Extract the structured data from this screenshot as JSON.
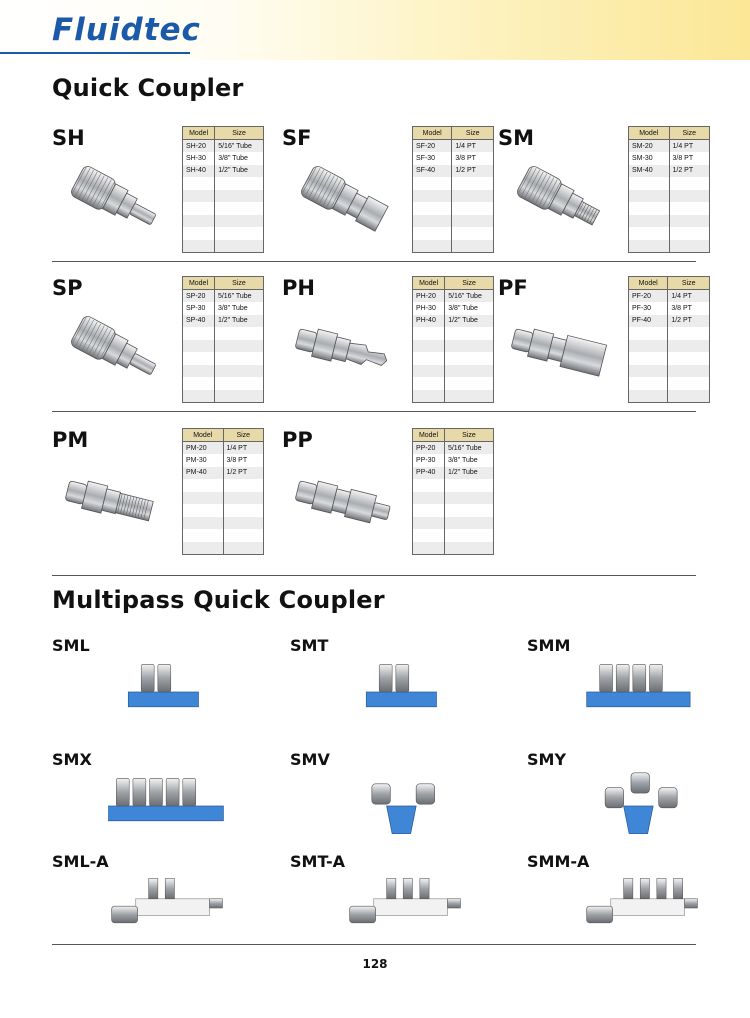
{
  "brand": {
    "logo_text": "Fluidtec"
  },
  "sections": {
    "quick_coupler_title": "Quick Coupler",
    "multipass_title": "Multipass Quick Coupler"
  },
  "table_headers": {
    "model": "Model",
    "size": "Size"
  },
  "products": [
    {
      "code": "SH",
      "rows": [
        [
          "SH-20",
          "5/16\" Tube"
        ],
        [
          "SH-30",
          "3/8\" Tube"
        ],
        [
          "SH-40",
          "1/2\" Tube"
        ]
      ]
    },
    {
      "code": "SF",
      "rows": [
        [
          "SF-20",
          "1/4 PT"
        ],
        [
          "SF-30",
          "3/8 PT"
        ],
        [
          "SF-40",
          "1/2 PT"
        ]
      ]
    },
    {
      "code": "SM",
      "rows": [
        [
          "SM-20",
          "1/4 PT"
        ],
        [
          "SM-30",
          "3/8 PT"
        ],
        [
          "SM-40",
          "1/2 PT"
        ]
      ]
    },
    {
      "code": "SP",
      "rows": [
        [
          "SP-20",
          "5/16\" Tube"
        ],
        [
          "SP-30",
          "3/8\" Tube"
        ],
        [
          "SP-40",
          "1/2\" Tube"
        ]
      ]
    },
    {
      "code": "PH",
      "rows": [
        [
          "PH-20",
          "5/16\" Tube"
        ],
        [
          "PH-30",
          "3/8\" Tube"
        ],
        [
          "PH-40",
          "1/2\" Tube"
        ]
      ]
    },
    {
      "code": "PF",
      "rows": [
        [
          "PF-20",
          "1/4 PT"
        ],
        [
          "PF-30",
          "3/8 PT"
        ],
        [
          "PF-40",
          "1/2 PT"
        ]
      ]
    },
    {
      "code": "PM",
      "rows": [
        [
          "PM-20",
          "1/4 PT"
        ],
        [
          "PM-30",
          "3/8 PT"
        ],
        [
          "PM-40",
          "1/2 PT"
        ]
      ]
    },
    {
      "code": "PP",
      "rows": [
        [
          "PP-20",
          "5/16\" Tube"
        ],
        [
          "PP-30",
          "3/8\" Tube"
        ],
        [
          "PP-40",
          "1/2\" Tube"
        ]
      ]
    }
  ],
  "multipass": [
    "SML",
    "SMT",
    "SMM",
    "SMX",
    "SMV",
    "SMY",
    "SML-A",
    "SMT-A",
    "SMM-A"
  ],
  "page_number": "128",
  "colors": {
    "brand_blue": "#1a5aa8",
    "header_tan": "#e8d9a8",
    "manifold_blue": "#3f86d6"
  }
}
